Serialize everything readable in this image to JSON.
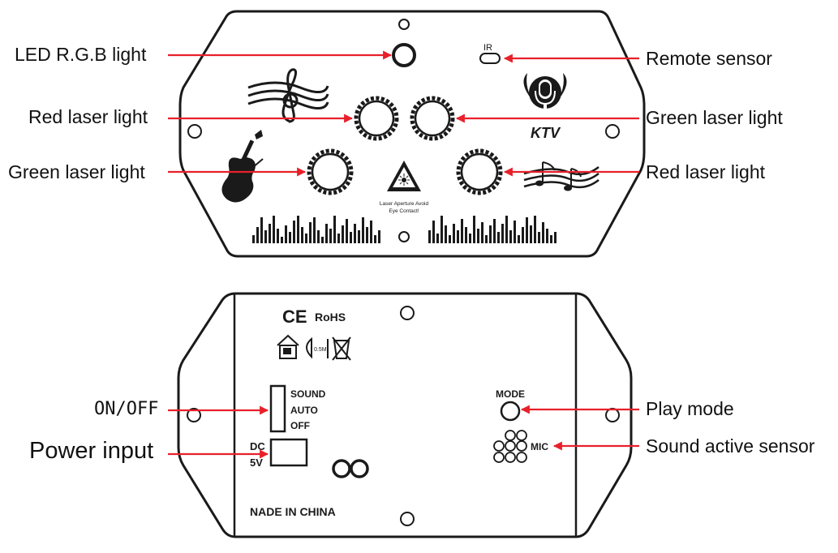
{
  "callouts": {
    "led_rgb": "LED R.G.B light",
    "red_laser_left": "Red laser light",
    "green_laser_left": "Green laser light",
    "remote_sensor": "Remote sensor",
    "green_laser_right": "Green laser light",
    "red_laser_right": "Red laser light",
    "on_off": "ON/OFF",
    "power_input": "Power input",
    "play_mode": "Play mode",
    "sound_active_sensor": "Sound active sensor"
  },
  "front_panel": {
    "ir_label": "IR",
    "ktv_label": "KTV",
    "warning_line1": "Laser Aperture Avoid",
    "warning_line2": "Eye Contact!"
  },
  "back_panel": {
    "ce_mark": "CE",
    "rohs": "RoHS",
    "distance": "0.5M",
    "switch_sound": "SOUND",
    "switch_auto": "AUTO",
    "switch_off": "OFF",
    "power_dc": "DC",
    "power_5v": "5V",
    "mode_label": "MODE",
    "mic_label": "MIC",
    "made_in": "NADE IN CHINA"
  },
  "colors": {
    "arrow": "#e8202a",
    "outline": "#1a1a1a"
  }
}
